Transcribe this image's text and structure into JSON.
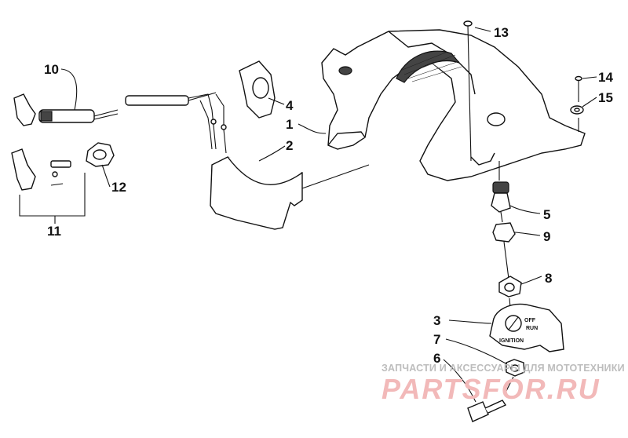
{
  "diagram": {
    "callouts": [
      {
        "id": "10",
        "text": "10"
      },
      {
        "id": "13",
        "text": "13"
      },
      {
        "id": "14",
        "text": "14"
      },
      {
        "id": "15",
        "text": "15"
      },
      {
        "id": "4",
        "text": "4"
      },
      {
        "id": "1",
        "text": "1"
      },
      {
        "id": "2",
        "text": "2"
      },
      {
        "id": "12",
        "text": "12"
      },
      {
        "id": "11",
        "text": "11"
      },
      {
        "id": "5",
        "text": "5"
      },
      {
        "id": "9",
        "text": "9"
      },
      {
        "id": "8",
        "text": "8"
      },
      {
        "id": "3",
        "text": "3"
      },
      {
        "id": "7",
        "text": "7"
      },
      {
        "id": "6",
        "text": "6"
      }
    ],
    "switch_plate": {
      "ignition": "IGNITION",
      "off": "OFF",
      "run": "RUN"
    }
  },
  "watermark": {
    "caption": "ЗАПЧАСТИ И АКСЕССУАРЫ ДЛЯ МОТОТЕХНИКИ",
    "logo_text": "PARTSFOR.RU",
    "color": "#f2b9b9"
  }
}
